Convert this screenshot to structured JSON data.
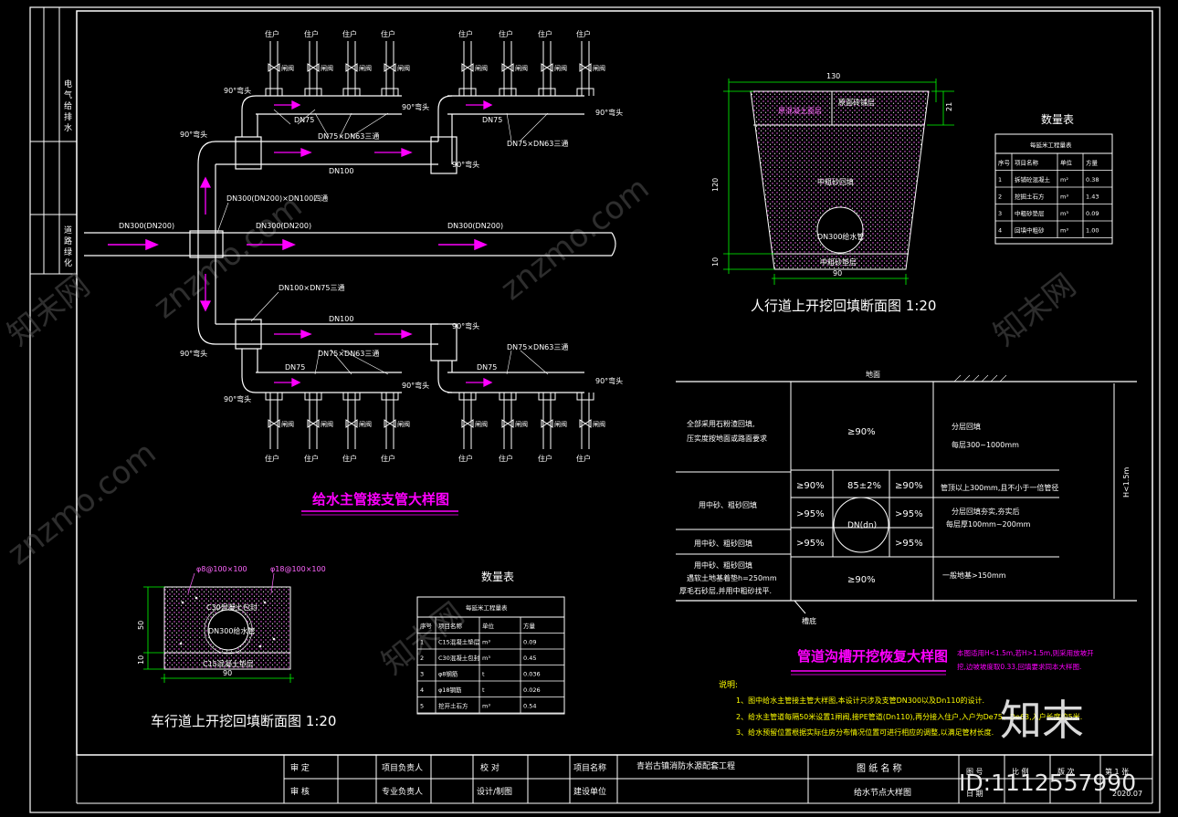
{
  "colors": {
    "background": "#000000",
    "frame": "#ffffff",
    "pipe": "#ff00ff",
    "dim": "#00ff00",
    "note": "#ffff00",
    "fill": "#ff66ff",
    "hatch": "#ff66ff",
    "table_header": "#ffffff"
  },
  "left_strip": {
    "top_chars": [
      "电",
      "气",
      "给",
      "排",
      "水"
    ],
    "bottom_chars": [
      "道",
      "路",
      "绿",
      "化"
    ]
  },
  "watermarks": [
    "znzmo.com",
    "知末网",
    "znzmo.com",
    "知末网",
    "znzmo.com",
    "知末网"
  ],
  "brand": {
    "logo_text": "知末",
    "id_text": "ID:1112557990"
  },
  "plan": {
    "title": "给水主管接支管大样图",
    "resident": "住户",
    "valve": "闸阀",
    "elbow": "90°弯头",
    "main_left": "DN300(DN200)",
    "main_mid": "DN300(DN200)",
    "main_right": "DN300(DN200)",
    "tee_main": "DN300(DN200)×DN100四通",
    "branch_dn100": "DN100",
    "tee_100_75": "DN100×DN75三通",
    "dn75": "DN75",
    "tee_75_63": "DN75×DN63三通"
  },
  "ped_section": {
    "title": "人行道上开挖回填断面图  1:20",
    "width_top": "130",
    "width_bottom": "90",
    "height_main": "120",
    "height_base": "10",
    "height_top": "21",
    "layer_top_left": "原混凝土面层",
    "layer_top_right": "原面砖铺层",
    "layer_mid": "中粗砂回填",
    "pipe_label": "DN300给水管",
    "layer_bottom": "中粗砂垫层"
  },
  "ped_table": {
    "title": "数量表",
    "subtitle": "每延米工程量表",
    "headers": [
      "序号",
      "项目名称",
      "单位",
      "方量"
    ],
    "rows": [
      [
        "1",
        "拆铺砼混凝土",
        "m²",
        "0.38"
      ],
      [
        "2",
        "挖掘土石方",
        "m³",
        "1.43"
      ],
      [
        "3",
        "中粗砂垫层",
        "m³",
        "0.09"
      ],
      [
        "4",
        "回填中粗砂",
        "m³",
        "1.00"
      ]
    ]
  },
  "road_section": {
    "title": "车行道上开挖回填断面图  1:20",
    "rebar_left": "φ8@100×100",
    "rebar_right": "φ18@100×100",
    "layer_top": "C30混凝土包封",
    "pipe_label": "DN300给水管",
    "layer_bottom": "C15混凝土垫层",
    "dim_height": "50",
    "dim_base": "10",
    "dim_width": "90"
  },
  "road_table": {
    "title": "数量表",
    "subtitle": "每延米工程量表",
    "headers": [
      "序号",
      "项目名称",
      "单位",
      "方量"
    ],
    "rows": [
      [
        "1",
        "C15混凝土垫层",
        "m³",
        "0.09"
      ],
      [
        "2",
        "C30混凝土包封",
        "m³",
        "0.45"
      ],
      [
        "3",
        "φ8钢筋",
        "t",
        "0.036"
      ],
      [
        "4",
        "φ18钢筋",
        "t",
        "0.026"
      ],
      [
        "5",
        "挖开土石方",
        "m³",
        "0.54"
      ]
    ]
  },
  "trench": {
    "title": "管道沟槽开挖恢复大样图",
    "ground": "地面",
    "bottom": "槽底",
    "l_top_1": "全部采用石粉渣回填,",
    "l_top_2": "压实度按地面或路面要求",
    "l_mid": "用中砂、粗砂回填",
    "l_low": "用中砂、粗砂回填",
    "l_bot_1": "用中砂、粗砂回填",
    "l_bot_2": "遇软土地基着垫h=250mm",
    "l_bot_3": "厚毛石砂层,并用中粗砂找平.",
    "c_top": "≥90%",
    "c_r1_l": "≥90%",
    "c_r1_m": "85±2%",
    "c_r1_r": "≥90%",
    "c_r2_l": ">95%",
    "c_r2_r": ">95%",
    "c_r3_l": ">95%",
    "c_r3_r": ">95%",
    "c_bot": "≥90%",
    "pipe": "DN(dn)",
    "r_top_1": "分层回填",
    "r_top_2": "每层300~1000mm",
    "r_mid": "管顶以上300mm,且不小于一倍管径",
    "r_low_1": "分层回填夯实,夯实后",
    "r_low_2": "每层厚100mm~200mm",
    "r_bot": "一般地基>150mm",
    "dim_h": "H<1.5m",
    "note_1": "本图适用H<1.5m,若H>1.5m,则采用放坡开",
    "note_2": "挖,边坡坡度取0.33,回填要求同本大样图."
  },
  "notes": {
    "heading": "说明:",
    "items": [
      "1、图中给水主管接主管大样图,本设计只涉及支管DN300以及Dn110的设计.",
      "2、给水主管道每隔50米设置1闸阀,接PE管道(Dn110),再分接入住户,入户为De75、De63,入户长度约5米.",
      "3、给水预留位置根据实际住房分布情况位置可进行相应的调整,以满足管材长度."
    ]
  },
  "title_block": {
    "c1r1": "审  定",
    "c1r2": "审  核",
    "c2r1": "项目负责人",
    "c2r2": "专业负责人",
    "c3r1": "校  对",
    "c3r2": "设计/制图",
    "c4r1": "项目名称",
    "c4r2": "建设单位",
    "project": "青岩古镇消防水源配套工程",
    "drawing_name_label": "图 纸 名 称",
    "drawing_name": "给水节点大样图",
    "f1": "图 号",
    "f2": "比 例",
    "f3": "日 期",
    "f4": "版 次",
    "f5": "第 1 张",
    "date": "2020.07"
  }
}
